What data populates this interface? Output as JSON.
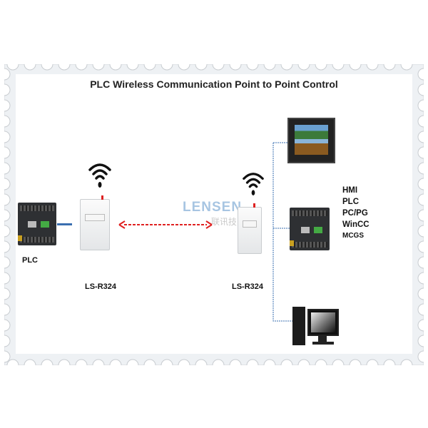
{
  "title": "PLC Wireless Communication Point to Point Control",
  "left": {
    "device_label": "PLC",
    "router_label": "LS-R324"
  },
  "right": {
    "router_label": "LS-R324",
    "device_list": [
      "HMI",
      "PLC",
      "PC/PG",
      "WinCC",
      "MCGS"
    ]
  },
  "watermark": {
    "brand": "LENSEN",
    "chinese": "联讯技"
  },
  "colors": {
    "link": "#e02020",
    "wire": "#3a6fb0",
    "background": "#f2f4f6"
  }
}
